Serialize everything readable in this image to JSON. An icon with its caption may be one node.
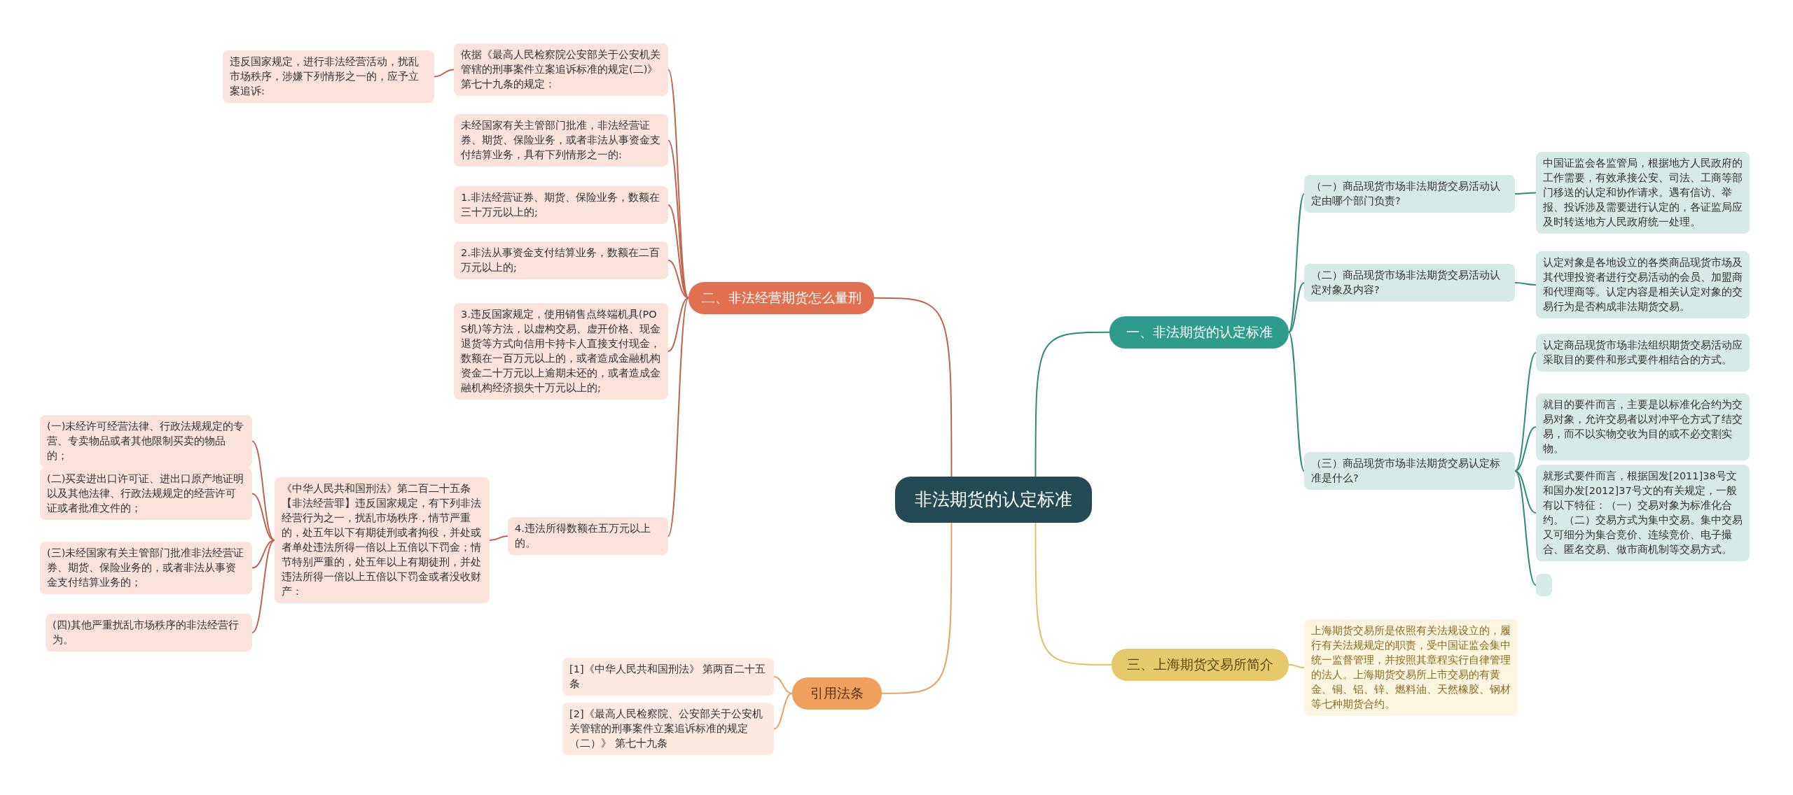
{
  "diagram": {
    "nodes": [
      {
        "text": [
          "非法期货的认定标准"
        ]
      },
      {
        "text": [
          "一、非法期货的认定标准"
        ]
      },
      {
        "text": [
          "（一）商品现货市场非法期货交易活动认定由哪个部门负责?"
        ]
      },
      {
        "text": [
          "中国证监会各监管局，根据地方人民政府的工作需要，有效承接公安、司法、工商等部门移送的认定和协作请求。遇有信访、举报、投诉涉及需要进行认定的，各证监局应及时转送地方人民政府统一处理。"
        ]
      },
      {
        "text": [
          "（二）商品现货市场非法期货交易活动认定对象及内容?"
        ]
      },
      {
        "text": [
          "认定对象是各地设立的各类商品现货市场及其代理投资者进行交易活动的会员、加盟商和代理商等。认定内容是相关认定对象的交易行为是否构成非法期货交易。"
        ]
      },
      {
        "text": [
          "（三）商品现货市场非法期货交易认定标准是什么?"
        ]
      },
      {
        "text": [
          "认定商品现货市场非法组织期货交易活动应采取目的要件和形式要件相结合的方式。"
        ]
      },
      {
        "text": [
          "就目的要件而言，主要是以标准化合约为交易对象，允许交易者以对冲平仓方式了结交易，而不以实物交收为目的或不必交割实物。"
        ]
      },
      {
        "text": [
          "就形式要件而言，根据国发[2011]38号文和国办发[2012]37号文的有关规定，一般有以下特征：（一）交易对象为标准化合约。（二）交易方式为集中交易。集中交易又可细分为集合竞价、连续竞价、电子撮合、匿名交易、做市商机制等交易方式。"
        ]
      },
      {
        "text": [],
        "shape": "box"
      },
      {
        "text": [
          "三、上海期货交易所简介"
        ]
      },
      {
        "text": [
          "上海期货交易所是依照有关法规设立的，履行有关法规规定的职责，受中国证监会集中统一监督管理，并按照其章程实行自律管理的法人。上海期货交易所上市交易的有黄金、铜、铝、锌、燃料油、天然橡胶、钢材等七种期货合约。"
        ]
      },
      {
        "text": [
          "二、非法经营期货怎么量刑"
        ]
      },
      {
        "text": [
          "依据《最高人民检察院公安部关于公安机关管辖的刑事案件立案追诉标准的规定(二)》第七十九条的规定："
        ]
      },
      {
        "text": [
          "违反国家规定，进行非法经营活动，扰乱市场秩序，涉嫌下列情形之一的，应予立案追诉:"
        ]
      },
      {
        "text": [
          "未经国家有关主管部门批准，非法经营证券、期货、保险业务，或者非法从事资金支付结算业务，具有下列情形之一的:"
        ]
      },
      {
        "text": [
          "1.非法经营证券、期货、保险业务，数额在三十万元以上的;"
        ]
      },
      {
        "text": [
          "2.非法从事资金支付结算业务，数额在二百万元以上的;"
        ]
      },
      {
        "text": [
          "3.违反国家规定，使用销售点终端机具(POS机)等方法，以虚构交易、虚开价格、现金退货等方式向信用卡持卡人直接支付现金，数额在一百万元以上的，或者造成金融机构资金二十万元以上逾期未还的，或者造成金融机构经济损失十万元以上的;"
        ]
      },
      {
        "text": [
          "4.违法所得数额在五万元以上的。"
        ]
      },
      {
        "text": [
          "《中华人民共和国刑法》第二百二十五条【非法经营罪】违反国家规定，有下列非法经营行为之一，扰乱市场秩序，情节严重的，处五年以下有期徒刑或者拘役，并处或者单处违法所得一倍以上五倍以下罚金；情节特别严重的，处五年以上有期徒刑，并处违法所得一倍以上五倍以下罚金或者没收财产："
        ]
      },
      {
        "text": [
          "(一)未经许可经营法律、行政法规规定的专营、专卖物品或者其他限制买卖的物品的；"
        ]
      },
      {
        "text": [
          "(二)买卖进出口许可证、进出口原产地证明以及其他法律、行政法规规定的经营许可证或者批准文件的；"
        ]
      },
      {
        "text": [
          "(三)未经国家有关主管部门批准非法经营证券、期货、保险业务的，或者非法从事资金支付结算业务的；"
        ]
      },
      {
        "text": [
          "(四)其他严重扰乱市场秩序的非法经营行为。"
        ]
      },
      {
        "text": [
          "引用法条"
        ]
      },
      {
        "text": [
          "[1]《中华人民共和国刑法》 第两百二十五条"
        ]
      },
      {
        "text": [
          "[2]《最高人民检察院、公安部关于公安机关管辖的刑事案件立案追诉标准的规定（二）》 第七十九条"
        ]
      }
    ],
    "edges": [
      {
        "from": 0,
        "to": 1,
        "arrow": "none",
        "color": "#2e8b7a"
      },
      {
        "from": 1,
        "to": 2,
        "arrow": "none",
        "color": "#2e8b7a"
      },
      {
        "from": 2,
        "to": 3,
        "arrow": "none",
        "color": "#2e8b7a"
      },
      {
        "from": 1,
        "to": 4,
        "arrow": "none",
        "color": "#2e8b7a"
      },
      {
        "from": 4,
        "to": 5,
        "arrow": "none",
        "color": "#2e8b7a"
      },
      {
        "from": 1,
        "to": 6,
        "arrow": "none",
        "color": "#2e8b7a"
      },
      {
        "from": 6,
        "to": 7,
        "arrow": "none",
        "color": "#2e8b7a"
      },
      {
        "from": 6,
        "to": 8,
        "arrow": "none",
        "color": "#2e8b7a"
      },
      {
        "from": 6,
        "to": 9,
        "arrow": "none",
        "color": "#2e8b7a"
      },
      {
        "from": 6,
        "to": 10,
        "arrow": "none",
        "color": "#2e8b7a"
      },
      {
        "from": 0,
        "to": 11,
        "arrow": "none",
        "color": "#e0c060"
      },
      {
        "from": 11,
        "to": 12,
        "arrow": "none",
        "color": "#e0c060"
      },
      {
        "from": 0,
        "to": 13,
        "arrow": "none"
      },
      {
        "from": 13,
        "to": 14,
        "arrow": "none"
      },
      {
        "from": 14,
        "to": 15,
        "arrow": "none"
      },
      {
        "from": 13,
        "to": 16,
        "arrow": "none"
      },
      {
        "from": 13,
        "to": 17,
        "arrow": "none"
      },
      {
        "from": 13,
        "to": 18,
        "arrow": "none"
      },
      {
        "from": 13,
        "to": 19,
        "arrow": "none"
      },
      {
        "from": 13,
        "to": 20,
        "arrow": "none"
      },
      {
        "from": 20,
        "to": 21,
        "arrow": "none"
      },
      {
        "from": 21,
        "to": 22,
        "arrow": "none"
      },
      {
        "from": 21,
        "to": 23,
        "arrow": "none"
      },
      {
        "from": 21,
        "to": 24,
        "arrow": "none"
      },
      {
        "from": 21,
        "to": 25,
        "arrow": "none"
      },
      {
        "from": 0,
        "to": 26,
        "arrow": "none",
        "color": "#e8a060"
      },
      {
        "from": 26,
        "to": 27,
        "arrow": "none",
        "color": "#e8a060"
      },
      {
        "from": 26,
        "to": 28,
        "arrow": "none",
        "color": "#e8a060"
      }
    ]
  }
}
